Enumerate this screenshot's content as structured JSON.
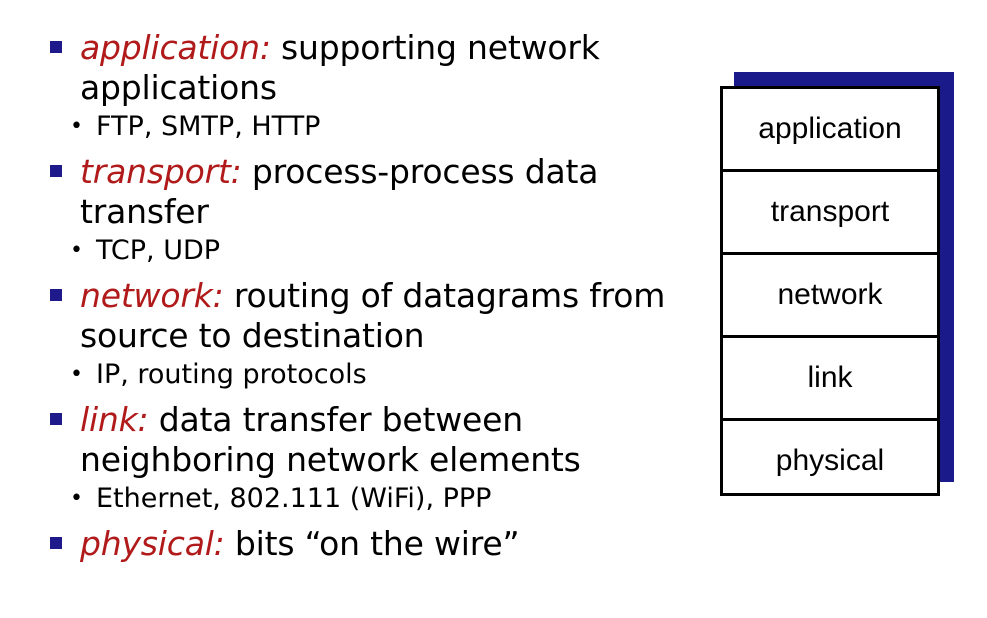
{
  "layers": [
    {
      "term": "application:",
      "description": " supporting network applications",
      "examples": "FTP, SMTP, HTTP"
    },
    {
      "term": "transport:",
      "description": " process-process data transfer",
      "examples": "TCP, UDP"
    },
    {
      "term": "network:",
      "description": " routing of datagrams from source to destination",
      "examples": "IP, routing protocols"
    },
    {
      "term": "link:",
      "description": " data transfer between neighboring  network elements",
      "examples": "Ethernet, 802.111 (WiFi), PPP"
    },
    {
      "term": "physical:",
      "description": " bits “on the wire”",
      "examples": ""
    }
  ],
  "stack": [
    "application",
    "transport",
    "network",
    "link",
    "physical"
  ],
  "colors": {
    "term": "#b11a1a",
    "bullet": "#1f1a8c",
    "shadow": "#1a1a8a"
  },
  "bullet_icon": "square-bullet",
  "sub_bullet_icon": "dot-bullet"
}
